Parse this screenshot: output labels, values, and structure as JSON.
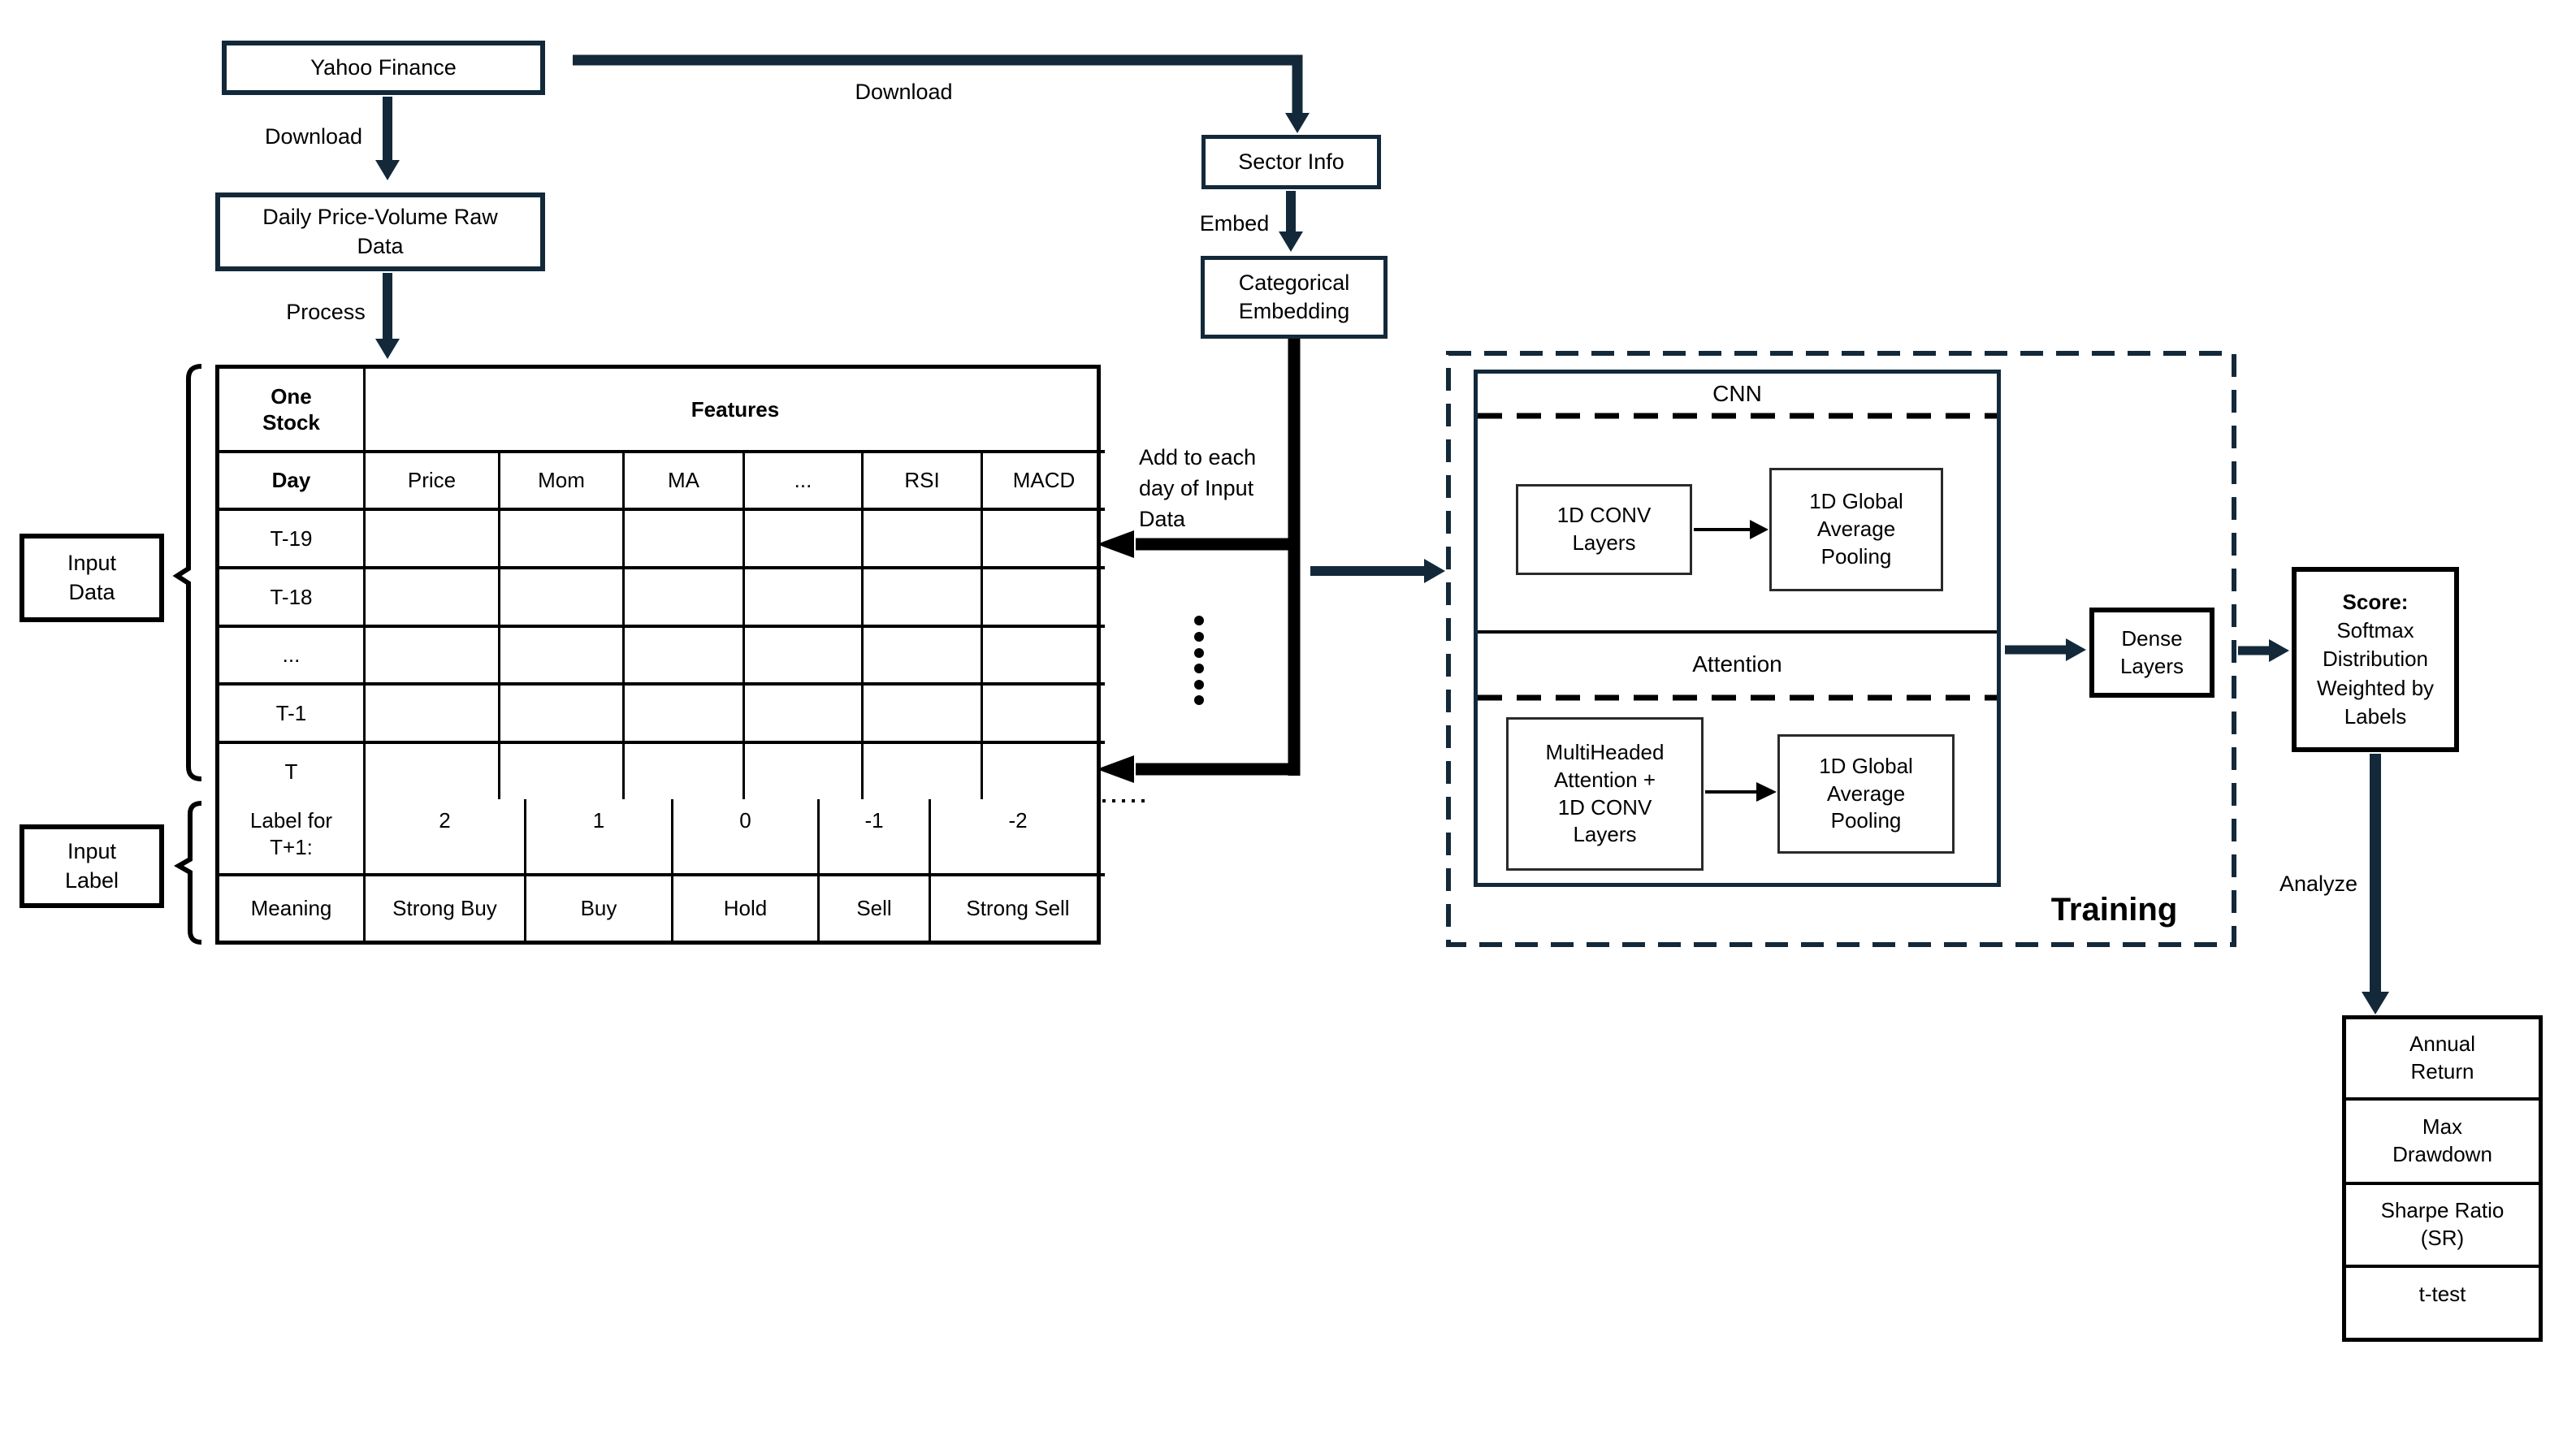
{
  "palette": {
    "navy": "#13293a",
    "black": "#000000",
    "bg": "#ffffff"
  },
  "nodes": {
    "yahoo": "Yahoo Finance",
    "daily": "Daily Price-Volume Raw\nData",
    "sector": "Sector Info",
    "categorical": "Categorical\nEmbedding",
    "input_data": "Input\nData",
    "input_label": "Input\nLabel",
    "conv": "1D CONV\nLayers",
    "gap_top": "1D Global\nAverage\nPooling",
    "mha": "MultiHeaded\nAttention +\n1D CONV\nLayers",
    "gap_bottom": "1D Global\nAverage\nPooling",
    "dense": "Dense\nLayers",
    "score_title": "Score:",
    "score_body": "Softmax\nDistribution\nWeighted by\nLabels"
  },
  "edge_labels": {
    "download_left": "Download",
    "download_top": "Download",
    "process": "Process",
    "embed": "Embed",
    "add_to_each": "Add to each\nday of Input\nData",
    "analyze": "Analyze"
  },
  "sections": {
    "cnn": "CNN",
    "attention": "Attention",
    "training": "Training"
  },
  "feature_table": {
    "corner": "One\nStock",
    "features_header": "Features",
    "day_header": "Day",
    "feature_cols": [
      "Price",
      "Mom",
      "MA",
      "...",
      "RSI",
      "MACD"
    ],
    "day_rows": [
      "T-19",
      "T-18",
      "...",
      "T-1",
      "T"
    ]
  },
  "label_table": {
    "row1_header": "Label for\nT+1:",
    "values": [
      "2",
      "1",
      "0",
      "-1",
      "-2"
    ],
    "row2_header": "Meaning",
    "meanings": [
      "Strong Buy",
      "Buy",
      "Hold",
      "Sell",
      "Strong Sell"
    ]
  },
  "metrics": [
    "Annual\nReturn",
    "Max\nDrawdown",
    "Sharpe Ratio\n(SR)",
    "t-test"
  ]
}
